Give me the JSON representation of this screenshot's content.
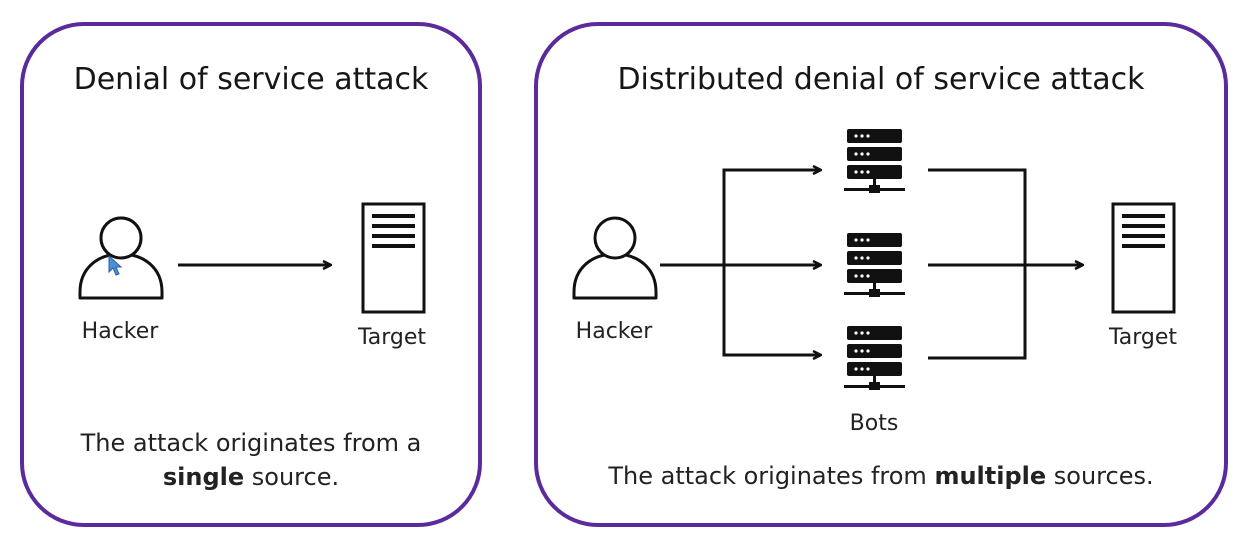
{
  "dos": {
    "title": "Denial of service attack",
    "hacker_label": "Hacker",
    "target_label": "Target",
    "caption_prefix": "The attack originates from a",
    "caption_emphasis": "single",
    "caption_suffix": " source."
  },
  "ddos": {
    "title": "Distributed denial of service attack",
    "hacker_label": "Hacker",
    "bots_label": "Bots",
    "target_label": "Target",
    "caption_prefix": "The attack originates from ",
    "caption_emphasis": "multiple",
    "caption_suffix": " sources."
  },
  "colors": {
    "panel_border": "#5b2a9b",
    "icon": "#111111",
    "cursor": "#4a90d9"
  },
  "icons": [
    "person-icon",
    "server-document-icon",
    "server-rack-icon",
    "cursor-icon",
    "arrow-icon"
  ]
}
